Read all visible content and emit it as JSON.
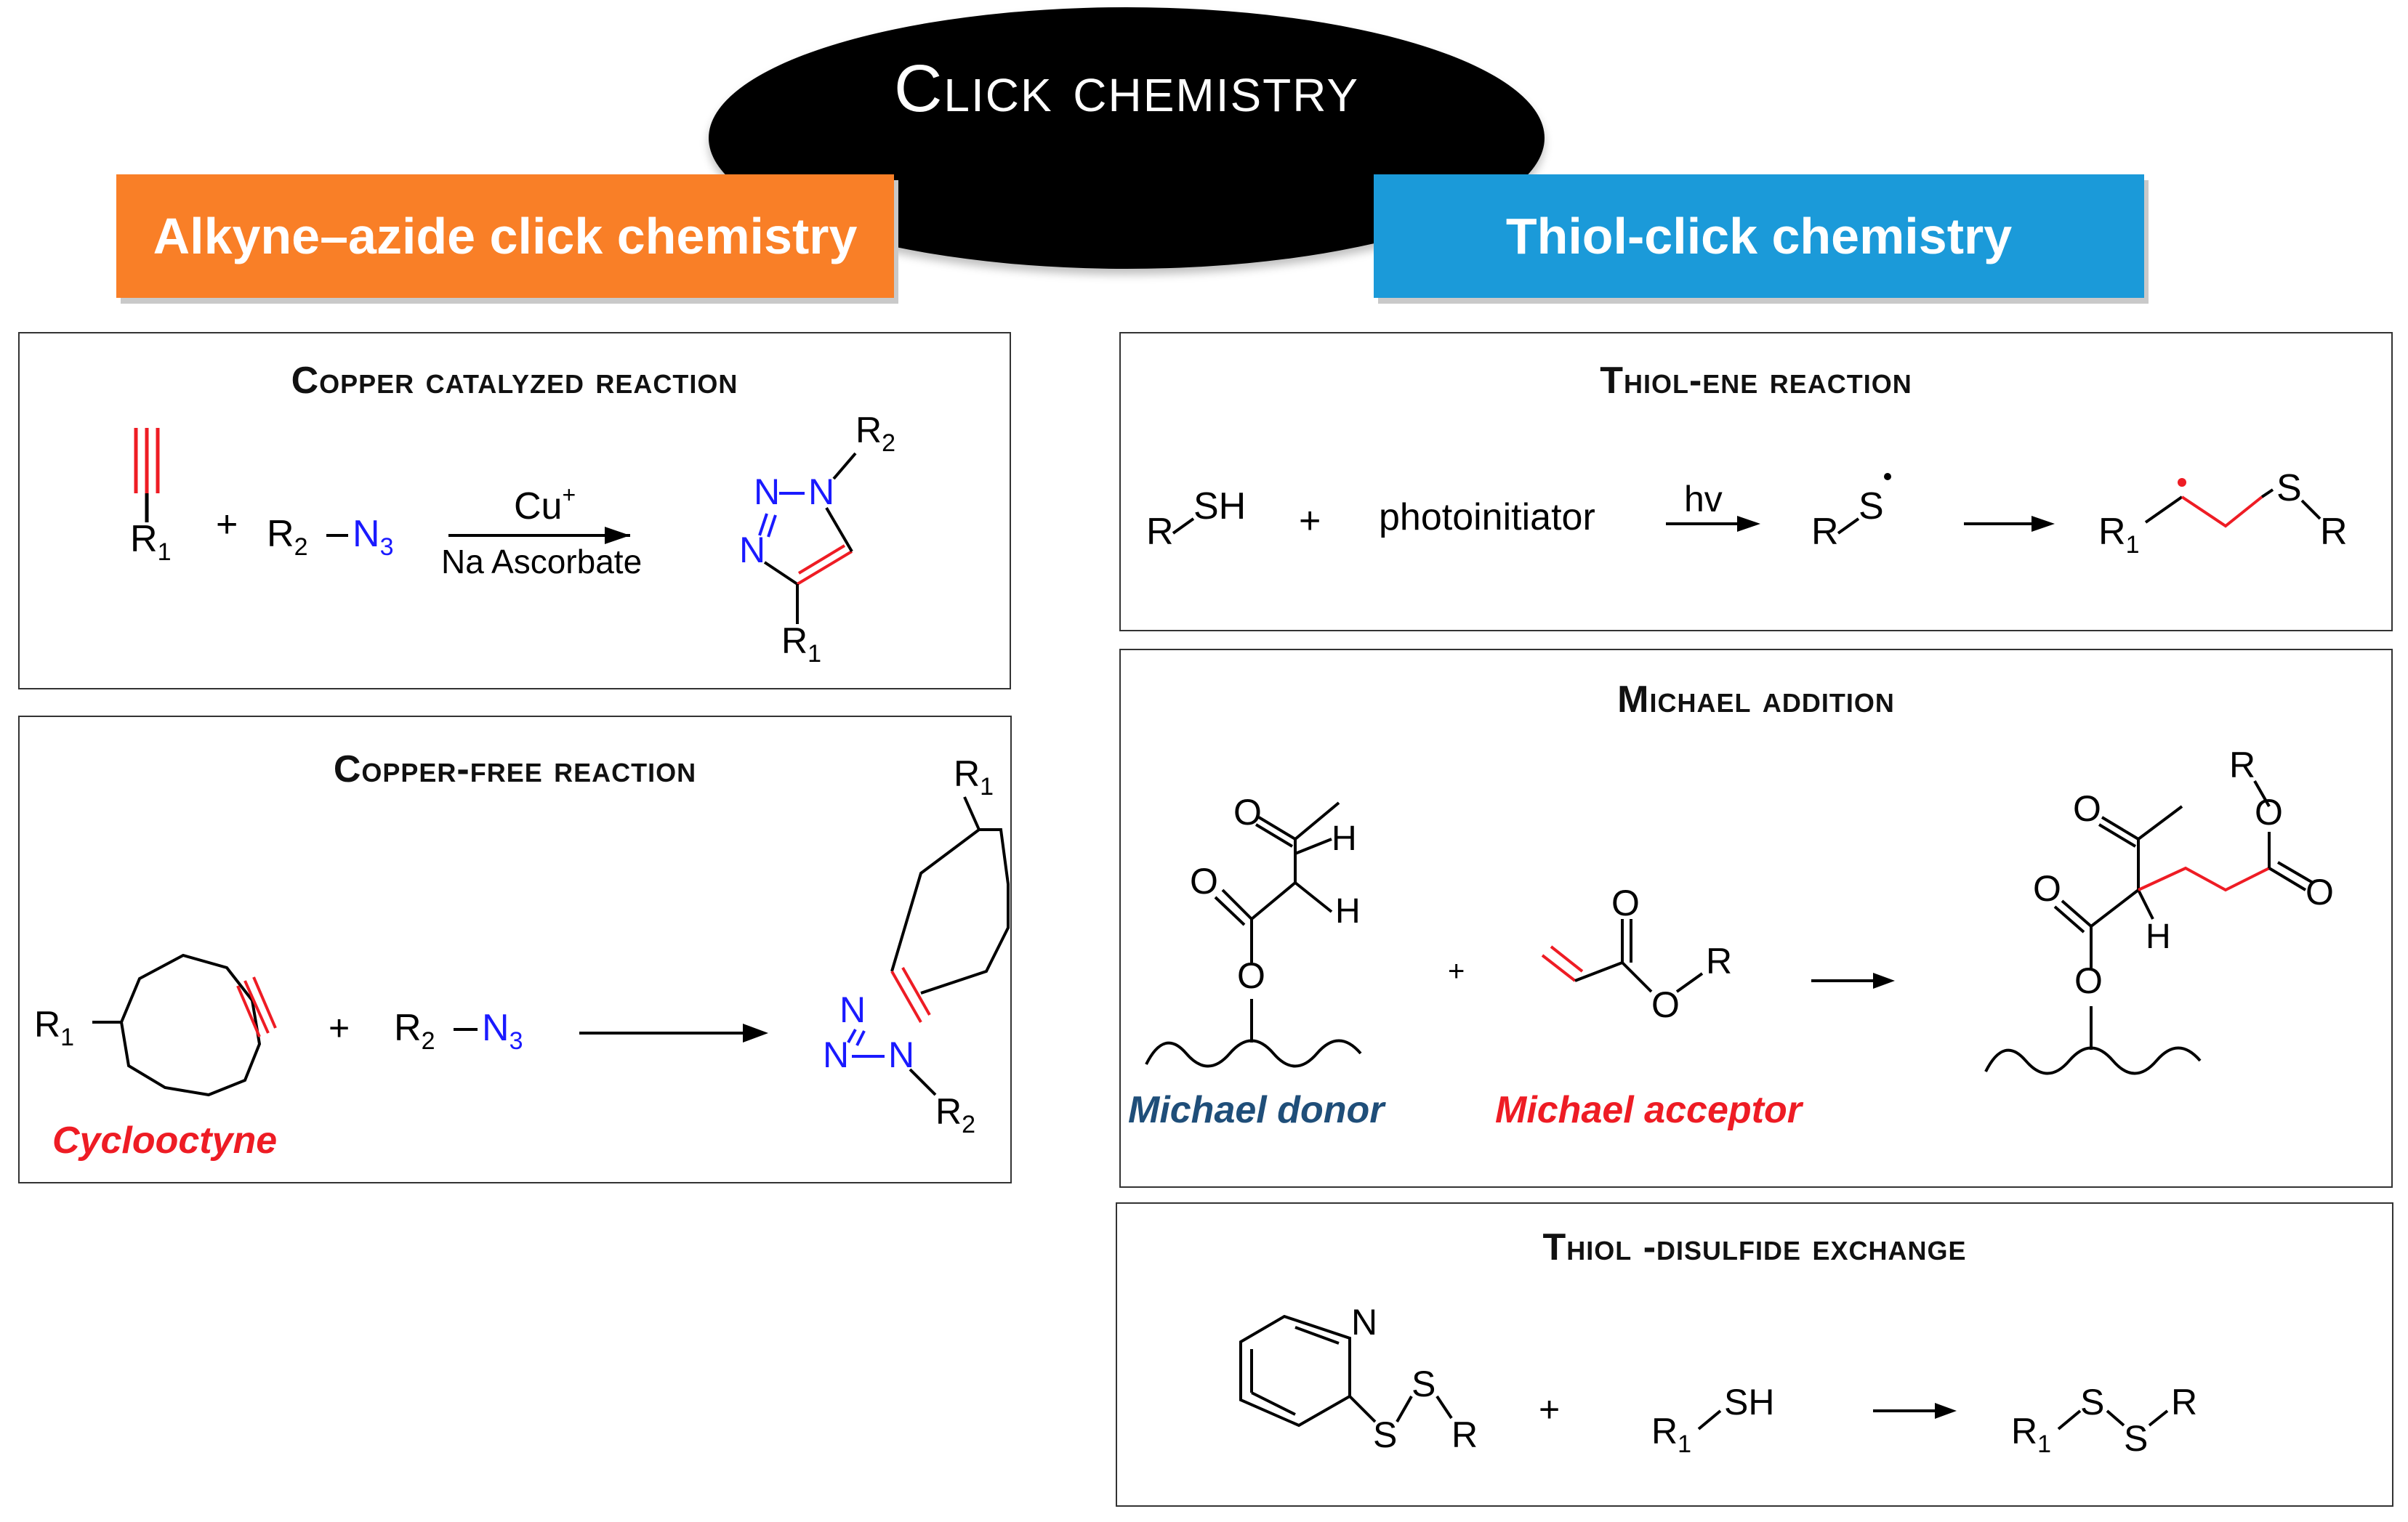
{
  "title": "Click chemistry",
  "categories": {
    "left": "Alkyne–azide click chemistry",
    "right": "Thiol-click chemistry"
  },
  "panels": {
    "copper_catalyzed": {
      "title": "Copper catalyzed reaction",
      "reagent_top": "Cu",
      "reagent_top_sup": "+",
      "reagent_bottom": "Na Ascorbate"
    },
    "copper_free": {
      "title": "Copper-free reaction",
      "cyclooctyne_label": "Cyclooctyne"
    },
    "thiol_ene": {
      "title": "Thiol-ene reaction",
      "photoinitiator": "photoinitiator",
      "hv": "hv"
    },
    "michael": {
      "title": "Michael addition",
      "donor_label": "Michael donor",
      "acceptor_label": "Michael acceptor"
    },
    "disulfide": {
      "title": "Thiol -disulfide exchange"
    }
  },
  "symbols": {
    "plus": "+",
    "R": "R",
    "R1": "1",
    "R2": "2",
    "N": "N",
    "N3": "3",
    "SH": "SH",
    "S": "S",
    "O": "O",
    "H": "H"
  },
  "colors": {
    "orange": "#f97f27",
    "blue": "#1b9ad9",
    "red": "#ee1c24",
    "azide_blue": "#1a1aff",
    "donor_blue": "#1f4e79"
  }
}
